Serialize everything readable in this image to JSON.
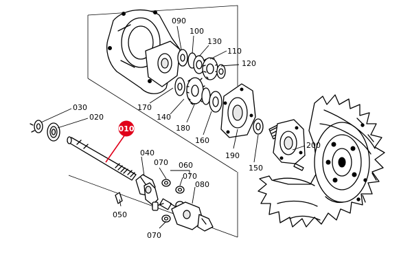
{
  "diagram": {
    "highlight": {
      "part": "010",
      "color": "#e0001a"
    },
    "part_numbers": {
      "p010": "010",
      "p020": "020",
      "p030": "030",
      "p040": "040",
      "p050": "050",
      "p060": "060",
      "p070a": "070",
      "p070b": "070",
      "p070c": "070",
      "p080": "080",
      "p090": "090",
      "p100": "100",
      "p110": "110",
      "p120": "120",
      "p130": "130",
      "p140": "140",
      "p150": "150",
      "p160": "160",
      "p170": "170",
      "p180": "180",
      "p190": "190",
      "p200": "200"
    }
  }
}
